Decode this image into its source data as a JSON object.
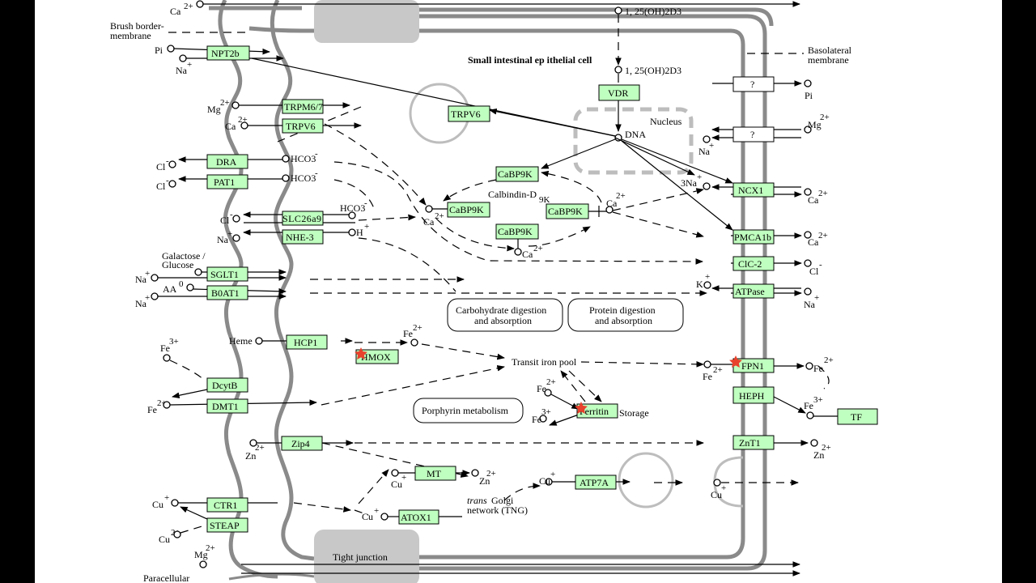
{
  "title": "Small intestinal ep ithelial cell",
  "labels": {
    "brush_border": [
      "Brush border-",
      "membrane"
    ],
    "basolateral": [
      "Basolateral",
      "membrane"
    ],
    "nucleus": "Nucleus",
    "dna": "DNA",
    "vitd_top": "1, 25(OH)2D3",
    "vitd_mid": "1, 25(OH)2D3",
    "calbindin": "Calbindin-D",
    "calbindin_sub": "9K",
    "transit_iron": "Transit iron pool",
    "storage": "Storage",
    "tight_junction": "Tight junction",
    "paracellular": "Paracellular",
    "heme": "Heme",
    "galactose": [
      "Galactose /",
      "Glucose"
    ],
    "aa": "AA",
    "trans_golgi_1": "trans",
    "trans_golgi_2": "Golgi",
    "trans_golgi_3": "network (TNG)"
  },
  "genes": {
    "npt2b": "NPT2b",
    "trpm67": "TRPM6/7",
    "trpv6_apical": "TRPV6",
    "dra": "DRA",
    "pat1": "PAT1",
    "slc26a9": "SLC26a9",
    "nhe3": "NHE-3",
    "sglt1": "SGLT1",
    "b0at1": "B0AT1",
    "hcp1": "HCP1",
    "hmox": "HMOX",
    "dcytb": "DcytB",
    "dmt1": "DMT1",
    "zip4": "Zip4",
    "ctr1": "CTR1",
    "steap": "STEAP",
    "vdr": "VDR",
    "trpv6_cell": "TRPV6",
    "cabp_top": "CaBP9K",
    "cabp_left": "CaBP9K",
    "cabp_right": "CaBP9K",
    "cabp_bottom": "CaBP9K",
    "mt": "MT",
    "atox1": "ATOX1",
    "atp7a": "ATP7A",
    "ferritin": "Ferritin",
    "unk1": "?",
    "unk2": "?",
    "ncx1": "NCX1",
    "pmca1b": "PMCA1b",
    "clc2": "ClC-2",
    "atpase": "ATPase",
    "fpn1": "FPN1",
    "heph": "HEPH",
    "zntl": "ZnT1",
    "tf": "TF"
  },
  "pathway_boxes": {
    "carb": [
      "Carbohydrate digestion",
      "and absorption"
    ],
    "protein": [
      "Protein digestion",
      "and absorption"
    ],
    "porphyrin": "Porphyrin metabolism"
  },
  "compounds": {
    "ca_top": "Ca",
    "pi_left": "Pi",
    "na_left1": "Na",
    "mg_left": "Mg",
    "ca_left": "Ca",
    "hco3_a": "HCO3",
    "cl_a": "Cl",
    "hco3_b": "HCO3",
    "cl_b": "Cl",
    "hco3_c": "HCO3",
    "cl_c": "Cl",
    "h_ion": "H",
    "na_left2": "Na",
    "na_left3": "Na",
    "na_left4": "Na",
    "fe3_left": "Fe",
    "fe2_left": "Fe",
    "fe2_hmox": "Fe",
    "zn_left": "Zn",
    "cu_left": "Cu",
    "cu_left2": "Cu",
    "mg_bottom": "Mg",
    "ca_cell": "Ca",
    "ca_cabp": "Ca",
    "ca_bottom": "Ca",
    "pi_right": "Pi",
    "mg_right": "Mg",
    "na_right": "Na",
    "na3": "3Na",
    "ca_right1": "Ca",
    "ca_right2": "Ca",
    "cl_right": "Cl",
    "k_ion": "K",
    "na_right2": "Na",
    "fe2_fpn": "Fe",
    "fe2_right": "Fe",
    "fe3_right": "Fe",
    "fe2_ferr": "Fe",
    "fe3_ferr": "Fe",
    "zn_right": "Zn",
    "cu_mt": "Cu",
    "zn_mt": "Zn",
    "cu_atox": "Cu",
    "cu_atp": "Cu",
    "cu_right": "Cu"
  },
  "charges": {
    "two_plus": "2+",
    "three_plus": "3+",
    "plus": "+",
    "minus": "-",
    "zero": "0"
  },
  "colors": {
    "gene_fill": "#bfffbf",
    "membrane": "#8a8a8a",
    "star": "#e8412c",
    "nucleus_dash": "#bdbdbd",
    "junction": "#c8c8c8"
  }
}
